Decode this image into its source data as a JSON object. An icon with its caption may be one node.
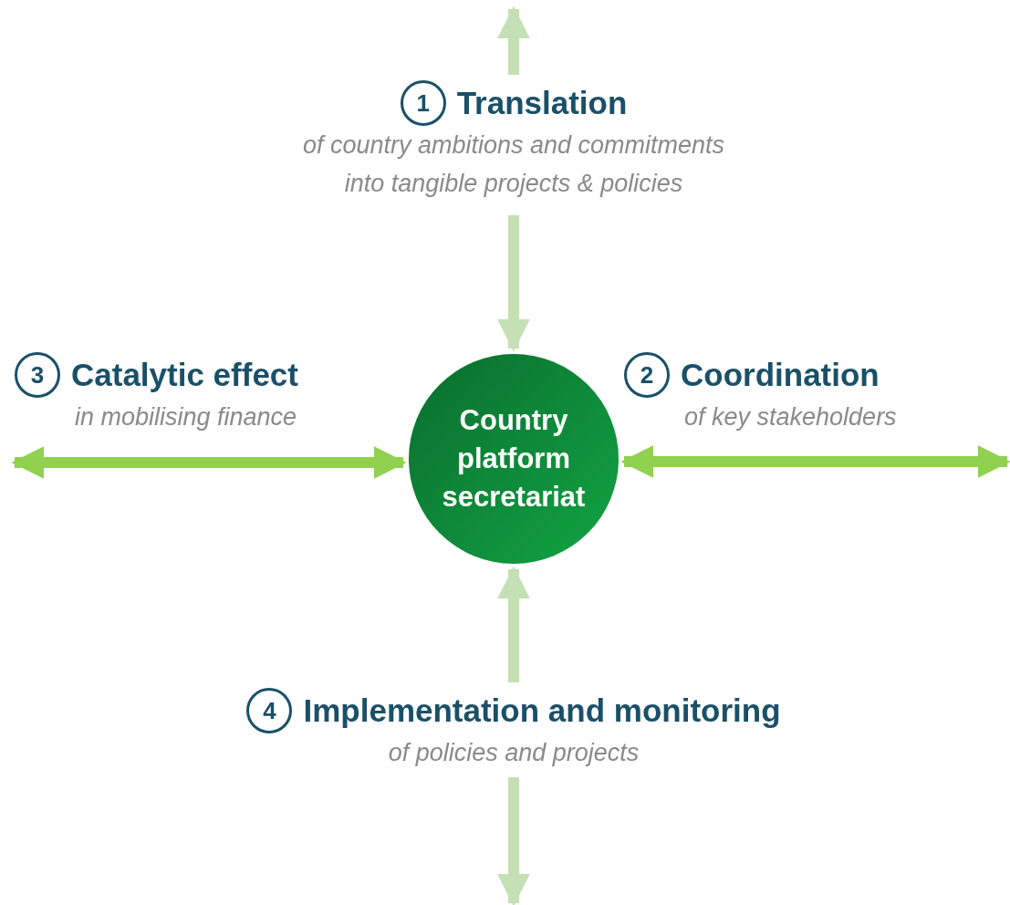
{
  "diagram": {
    "nodes": [
      {
        "text": [
          "Country platform secretariat"
        ]
      },
      {
        "text": [
          "1",
          "Translation",
          "of country ambitions and commitments into tangible projects & policies"
        ]
      },
      {
        "text": [
          "2",
          "Coordination",
          "of key stakeholders"
        ]
      },
      {
        "text": [
          "3",
          "Catalytic effect",
          "in mobilising finance"
        ]
      },
      {
        "text": [
          "4",
          "Implementation and monitoring",
          "of policies and projects"
        ]
      }
    ],
    "edges": [
      {
        "from": 1,
        "to": null,
        "arrow": "to"
      },
      {
        "from": 1,
        "to": 0,
        "arrow": "to"
      },
      {
        "from": 0,
        "to": null,
        "arrow": "both",
        "color": "#92d050"
      },
      {
        "from": 3,
        "to": 0,
        "arrow": "both",
        "color": "#92d050"
      },
      {
        "from": 4,
        "to": 0,
        "arrow": "to"
      },
      {
        "from": 4,
        "to": null,
        "arrow": "to"
      }
    ]
  }
}
